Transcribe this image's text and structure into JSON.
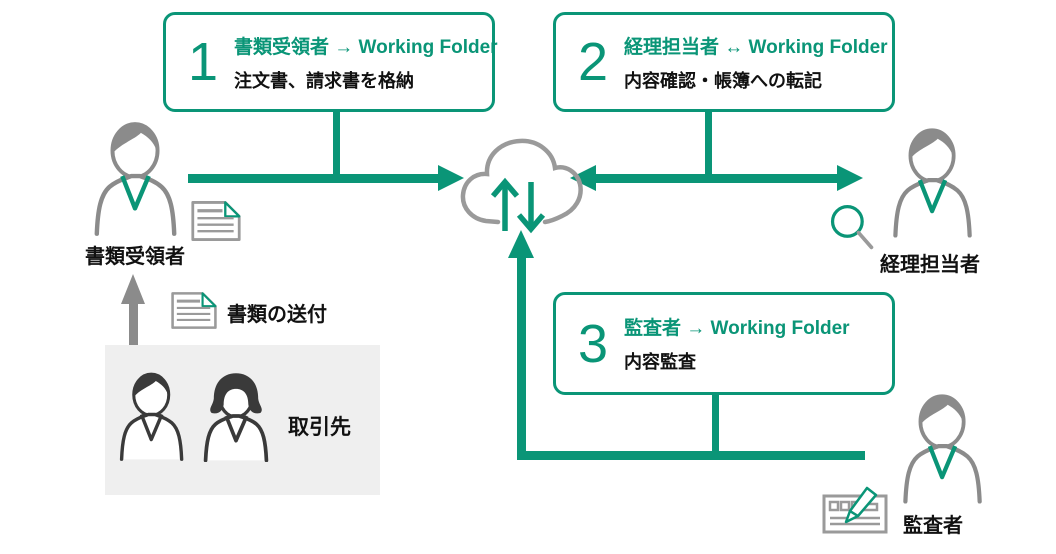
{
  "colors": {
    "accent_green": "#0a9577",
    "person_gray": "#8b8b8b",
    "partner_dark": "#3a3a3a",
    "panel_gray": "#efefef",
    "cloud_gray": "#9a9a9a",
    "text": "#111111"
  },
  "steps": [
    {
      "number": "1",
      "title": "書類受領者 → Working Folder",
      "description": "注文書、請求書を格納"
    },
    {
      "number": "2",
      "title": "経理担当者 ↔ Working Folder",
      "description": "内容確認・帳簿への転記"
    },
    {
      "number": "3",
      "title": "監査者 → Working Folder",
      "description": "内容監査"
    }
  ],
  "actors": {
    "document_recipient": "書類受領者",
    "accounting_staff": "経理担当者",
    "auditor": "監査者",
    "business_partner": "取引先"
  },
  "annotations": {
    "document_sending": "書類の送付"
  },
  "icons": [
    "cloud-storage-icon",
    "upload-download-arrows-icon",
    "document-icon",
    "send-document-icon",
    "magnifier-icon",
    "form-pencil-icon",
    "person-icon"
  ]
}
